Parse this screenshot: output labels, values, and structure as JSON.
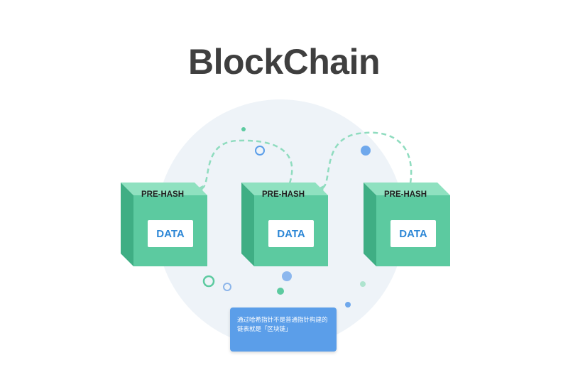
{
  "title": "BlockChain",
  "blocks": [
    {
      "header": "PRE-HASH",
      "body": "DATA"
    },
    {
      "header": "PRE-HASH",
      "body": "DATA"
    },
    {
      "header": "PRE-HASH",
      "body": "DATA"
    }
  ],
  "note": {
    "text": "通过哈希指针不是普通指针构建的链表就是「区块链」"
  },
  "colors": {
    "block_front": "#5ccaa0",
    "block_top": "#8fe1c0",
    "block_side": "#3fae84",
    "data_text": "#2d87d6",
    "arrow": "#8fdcbf",
    "note_bg": "#5b9ee9",
    "title_text": "#3f3f3f"
  }
}
